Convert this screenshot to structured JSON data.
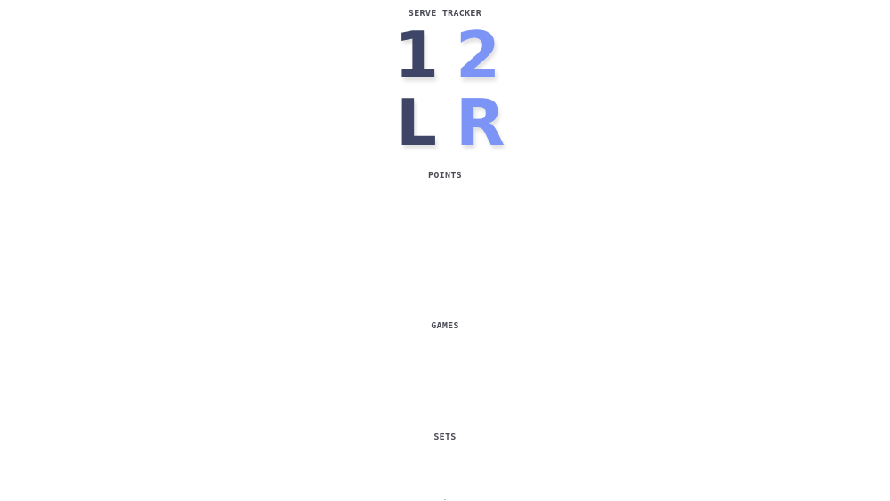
{
  "title": "SERVE TRACKER",
  "server": {
    "player1": "1",
    "player2": "2"
  },
  "side": {
    "player1": "L",
    "player2": "R"
  },
  "sections": {
    "points": "POINTS",
    "games": "GAMES",
    "sets": "SETS"
  },
  "colors": {
    "player1": "#3f4566",
    "player2": "#7b94f6"
  }
}
